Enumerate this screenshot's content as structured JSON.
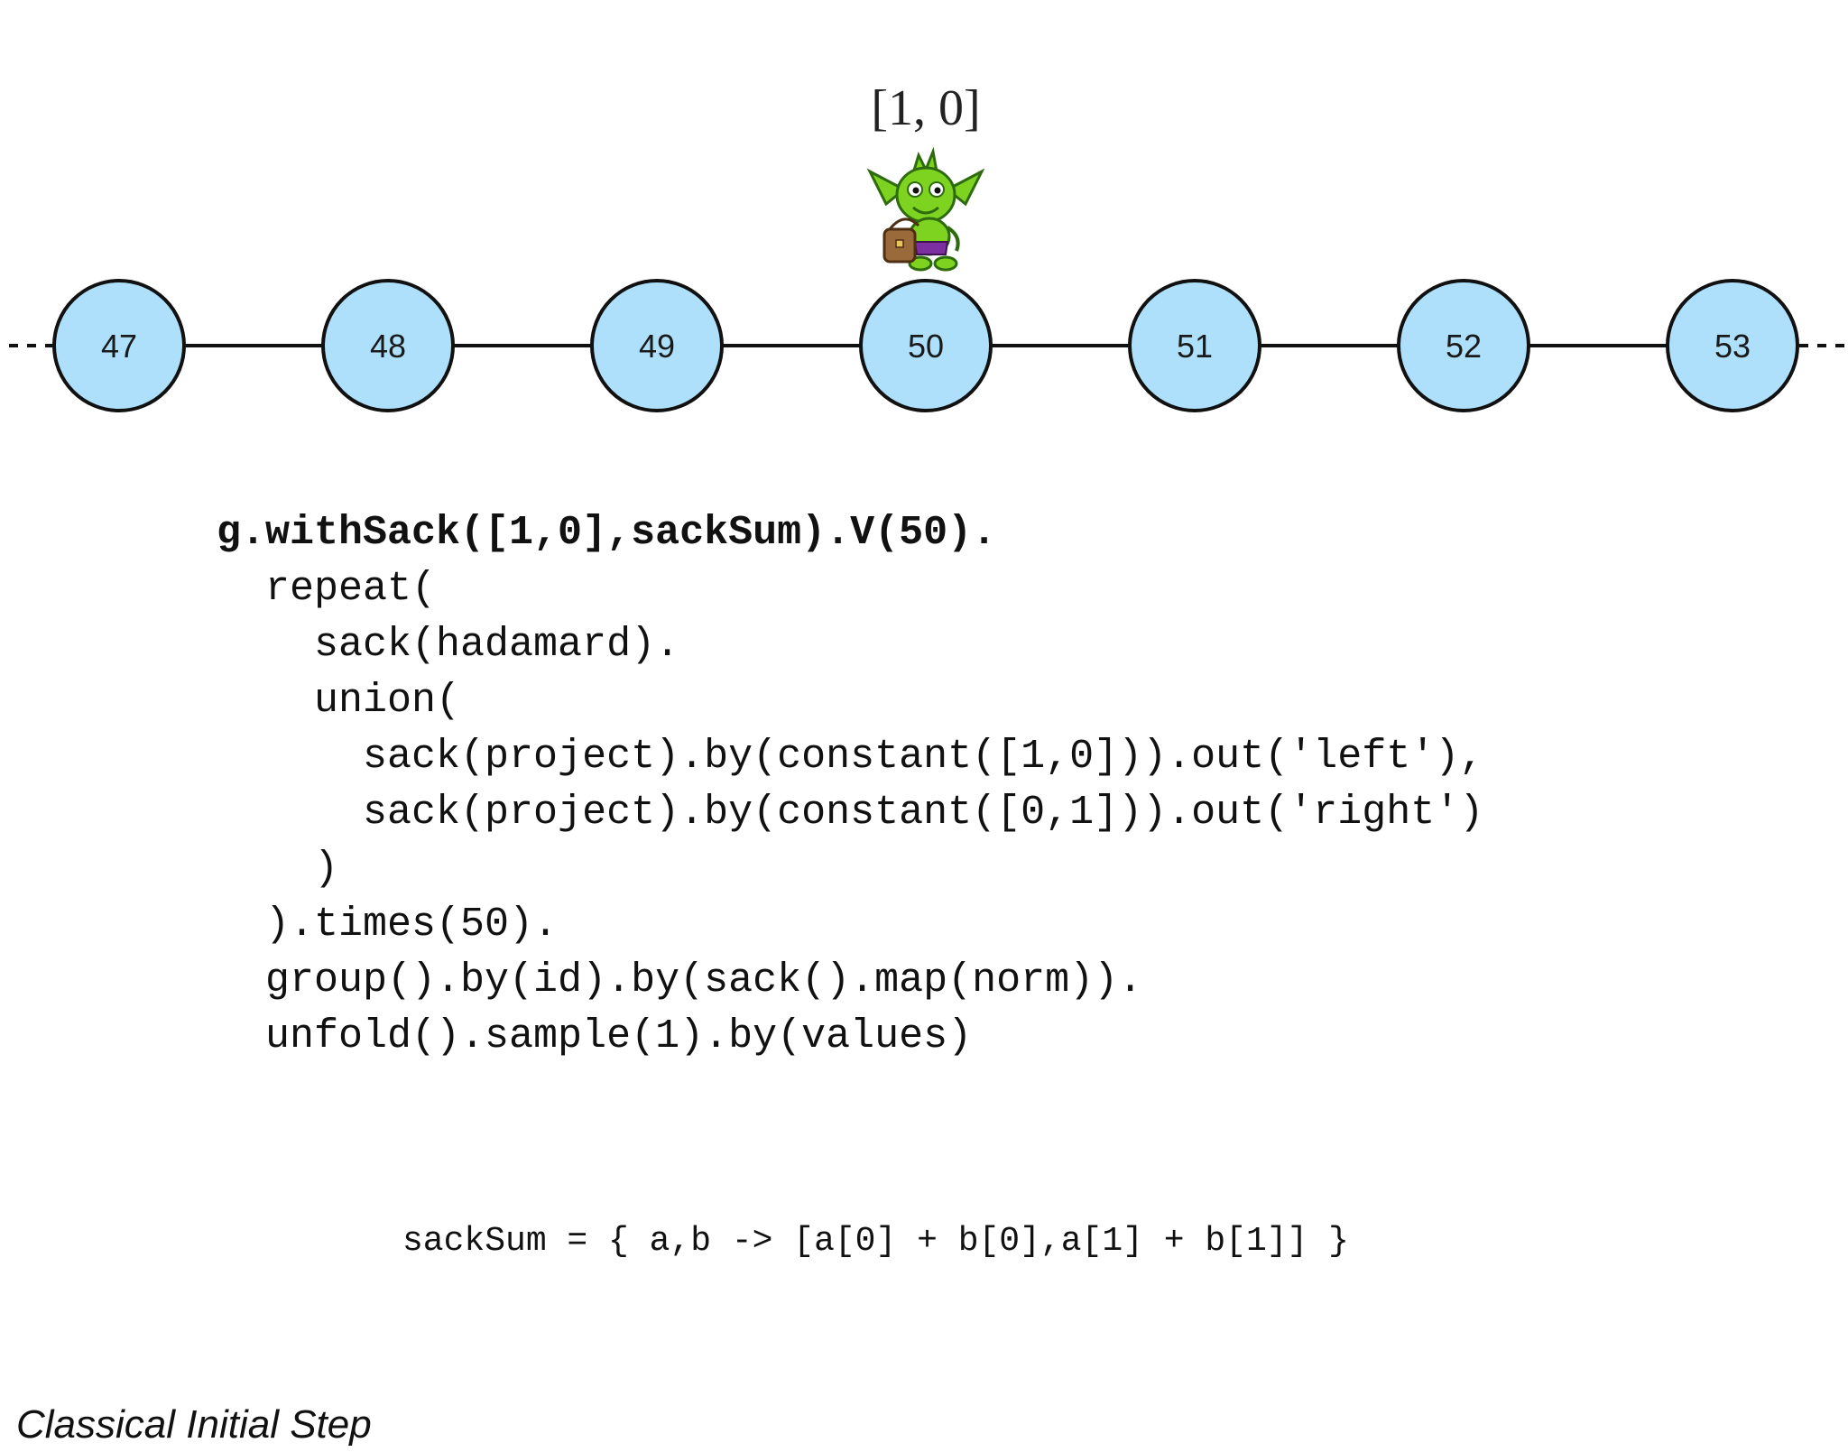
{
  "sack_label": "[1, 0]",
  "nodes": [
    "47",
    "48",
    "49",
    "50",
    "51",
    "52",
    "53"
  ],
  "active_node": "50",
  "colors": {
    "node_fill": "#aee0fb",
    "node_stroke": "#111111",
    "edge": "#111111",
    "goblin_body": "#7ed321",
    "goblin_outline": "#2e6b0e",
    "goblin_bag": "#9b6a3a",
    "goblin_shorts": "#7b2fa1"
  },
  "icons": {
    "traverser": "gremlin-goblin-icon"
  },
  "code": [
    "g.withSack([1,0],sackSum).V(50).",
    "  repeat(",
    "    sack(hadamard).",
    "    union(",
    "      sack(project).by(constant([1,0])).out('left'),",
    "      sack(project).by(constant([0,1])).out('right')",
    "    )",
    "  ).times(50).",
    "  group().by(id).by(sack().map(norm)).",
    "  unfold().sample(1).by(values)"
  ],
  "sacksum_definition": "sackSum = { a,b -> [a[0] + b[0],a[1] + b[1]] }",
  "caption": "Classical Initial Step"
}
